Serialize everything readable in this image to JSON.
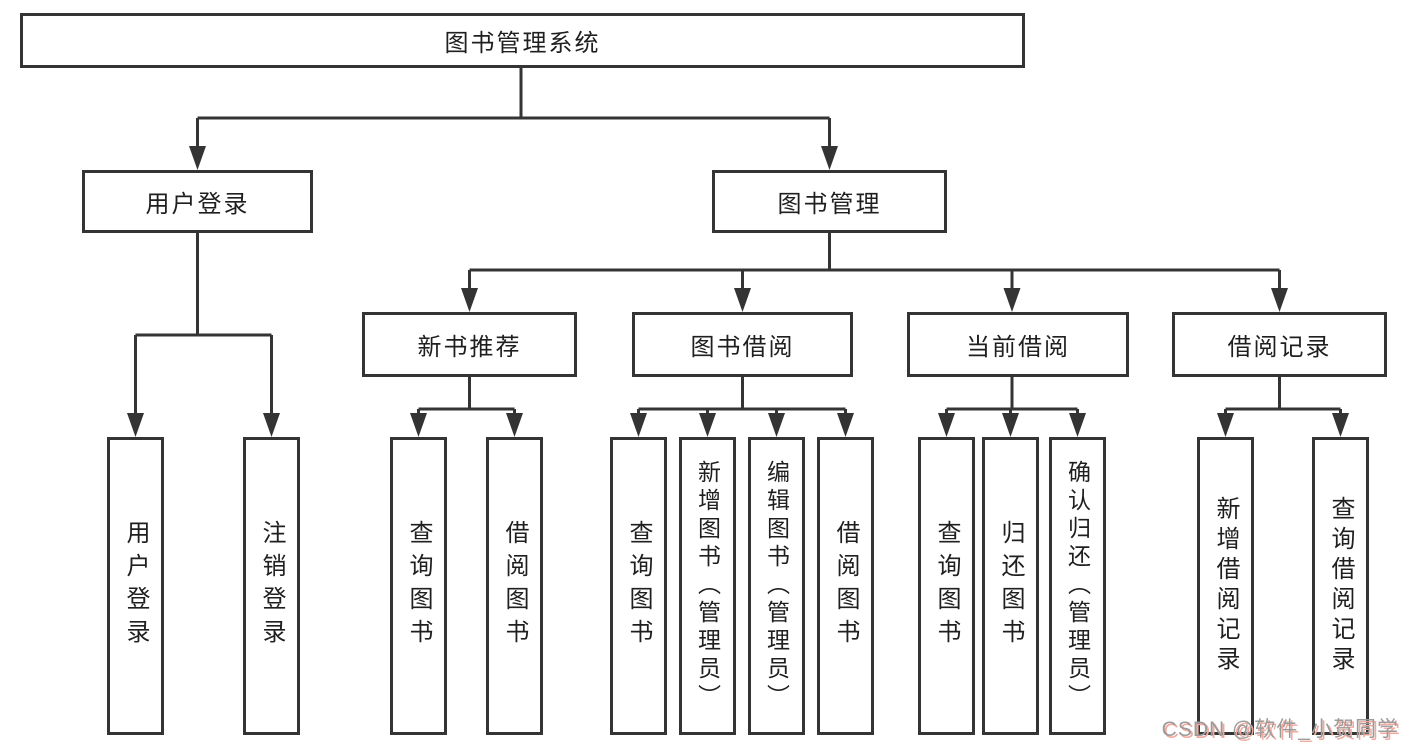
{
  "diagram_title": "图书管理系统",
  "nodes": {
    "root": {
      "label": "图书管理系统"
    },
    "user_login": {
      "label": "用户登录"
    },
    "book_mgmt": {
      "label": "图书管理"
    },
    "new_books": {
      "label": "新书推荐"
    },
    "book_borrow": {
      "label": "图书借阅"
    },
    "current_borrow": {
      "label": "当前借阅"
    },
    "borrow_records": {
      "label": "借阅记录"
    },
    "leaves": [
      {
        "label": "用户登录",
        "parent": "用户登录"
      },
      {
        "label": "注销登录",
        "parent": "用户登录"
      },
      {
        "label": "查询图书",
        "parent": "新书推荐"
      },
      {
        "label": "借阅图书",
        "parent": "新书推荐"
      },
      {
        "label": "查询图书",
        "parent": "图书借阅"
      },
      {
        "label": "新增图书（管理员）",
        "parent": "图书借阅"
      },
      {
        "label": "编辑图书（管理员）",
        "parent": "图书借阅"
      },
      {
        "label": "借阅图书",
        "parent": "图书借阅"
      },
      {
        "label": "查询图书",
        "parent": "当前借阅"
      },
      {
        "label": "归还图书",
        "parent": "当前借阅"
      },
      {
        "label": "确认归还（管理员）",
        "parent": "当前借阅"
      },
      {
        "label": "新增借阅记录",
        "parent": "借阅记录"
      },
      {
        "label": "查询借阅记录",
        "parent": "借阅记录"
      }
    ]
  },
  "watermark": {
    "text": "CSDN @软件_小贺同学"
  },
  "colors": {
    "line": "#343434",
    "text": "#1f1f1f",
    "background": "#ffffff",
    "watermark_text": "#9b9b9b",
    "watermark_shadow": "#f2a99e"
  }
}
